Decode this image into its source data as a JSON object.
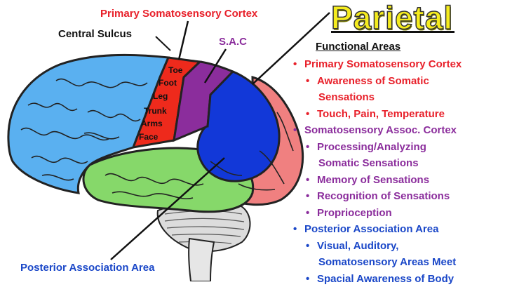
{
  "title": "Parietal",
  "labels": {
    "primary_cortex": "Primary Somatosensory Cortex",
    "central_sulcus": "Central Sulcus",
    "sac": "S.A.C",
    "posterior_area": "Posterior Association Area"
  },
  "homunculus": [
    "Toe",
    "Foot",
    "Leg",
    "Trunk",
    "Arms",
    "Face"
  ],
  "functional_areas": {
    "heading": "Functional Areas",
    "items": [
      {
        "level": 0,
        "text": "Primary Somatosensory Cortex",
        "color": "#e8202a",
        "cls": "red"
      },
      {
        "level": 1,
        "text": "Awareness of Somatic",
        "color": "#e8202a",
        "cls": "red"
      },
      {
        "level": 2,
        "text": "Sensations",
        "color": "#e8202a",
        "cls": "red"
      },
      {
        "level": 1,
        "text": "Touch, Pain, Temperature",
        "color": "#e8202a",
        "cls": "red"
      },
      {
        "level": 0,
        "text": "Somatosensory Assoc. Cortex",
        "color": "#8b2d9c",
        "cls": "purple"
      },
      {
        "level": 1,
        "text": "Processing/Analyzing",
        "color": "#8b2d9c",
        "cls": "purple"
      },
      {
        "level": 2,
        "text": "Somatic Sensations",
        "color": "#8b2d9c",
        "cls": "purple"
      },
      {
        "level": 1,
        "text": "Memory of Sensations",
        "color": "#8b2d9c",
        "cls": "purple"
      },
      {
        "level": 1,
        "text": "Recognition of Sensations",
        "color": "#8b2d9c",
        "cls": "purple"
      },
      {
        "level": 1,
        "text": "Proprioception",
        "color": "#8b2d9c",
        "cls": "purple"
      },
      {
        "level": 0,
        "text": "Posterior Association Area",
        "color": "#1a47c8",
        "cls": "blue"
      },
      {
        "level": 1,
        "text": "Visual, Auditory,",
        "color": "#1a47c8",
        "cls": "blue"
      },
      {
        "level": 2,
        "text": "Somatosensory Areas Meet",
        "color": "#1a47c8",
        "cls": "blue"
      },
      {
        "level": 1,
        "text": "Spacial Awareness of Body",
        "color": "#1a47c8",
        "cls": "blue"
      }
    ]
  },
  "colors": {
    "frontal": "#5ab0f0",
    "primary_cortex": "#ee2a1c",
    "sac": "#8b2d9c",
    "posterior": "#1238d8",
    "temporal": "#86d86a",
    "occipital": "#f08080",
    "cerebellum": "#d8d8d8"
  }
}
